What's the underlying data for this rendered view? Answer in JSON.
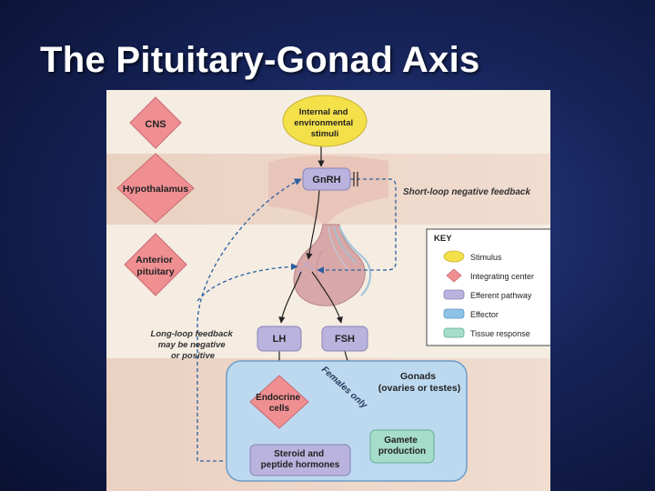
{
  "slide": {
    "title": "The Pituitary-Gonad Axis"
  },
  "levels": {
    "cns": "CNS",
    "hypothalamus": "Hypothalamus",
    "anterior_pituitary": [
      "Anterior",
      "pituitary"
    ]
  },
  "nodes": {
    "stimuli": [
      "Internal and",
      "environmental",
      "stimuli"
    ],
    "gnrh": "GnRH",
    "lh": "LH",
    "fsh": "FSH",
    "gonads": [
      "Gonads",
      "(ovaries or testes)"
    ],
    "endocrine_cells": [
      "Endocrine",
      "cells"
    ],
    "gamete_production": [
      "Gamete",
      "production"
    ],
    "steroid_hormones": [
      "Steroid and",
      "peptide hormones"
    ]
  },
  "labels": {
    "short_loop": "Short-loop negative feedback",
    "long_loop": [
      "Long-loop feedback",
      "may be negative",
      "or positive"
    ],
    "females_only": "Females only"
  },
  "key": {
    "title": "KEY",
    "items": [
      {
        "label": "Stimulus",
        "icon": "ellipse",
        "color": "#f4e14a"
      },
      {
        "label": "Integrating center",
        "icon": "diamond",
        "color": "#ef8f92"
      },
      {
        "label": "Efferent pathway",
        "icon": "rounded-rect",
        "color": "#b9b3dd"
      },
      {
        "label": "Effector",
        "icon": "rounded-rect",
        "color": "#8ec3e8"
      },
      {
        "label": "Tissue response",
        "icon": "rounded-rect",
        "color": "#a6dcca"
      }
    ]
  },
  "colors": {
    "stimulus": "#f4e14a",
    "integrating": "#ef8f92",
    "efferent": "#b9b3dd",
    "effector": "#8ec3e8",
    "tissue": "#a6dcca",
    "feedback": "#2a5fa0",
    "band": "#ecd5c8"
  }
}
